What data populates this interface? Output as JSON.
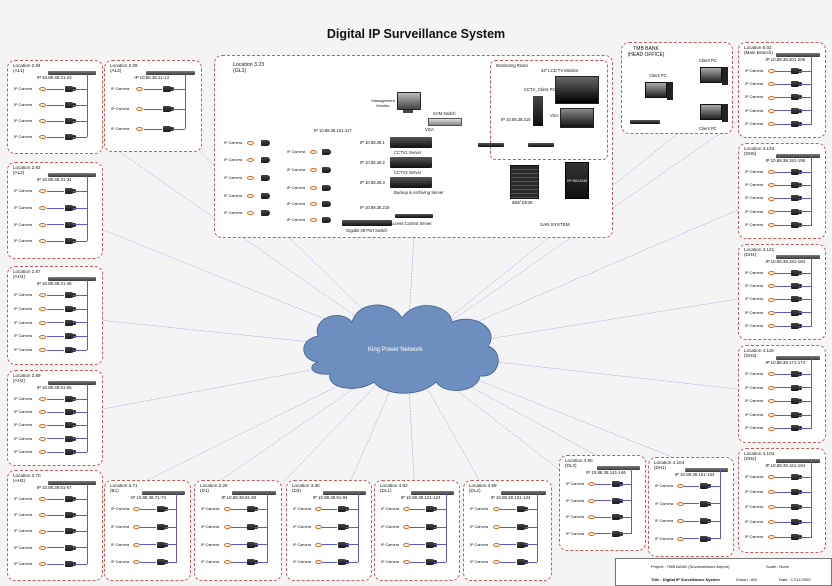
{
  "title": "Digital IP Surveillance System",
  "camera_label": "IP Camera",
  "network_label": "King Power Network",
  "central": {
    "name": "Location 3.23\n(GL1)",
    "ip_range": "IP 10.88.38.101-117",
    "switch_label": "Gigabit 48 Port Switch",
    "monitoring_room": "Monitoring Room",
    "lcd_monitor": "42\" LCD TV Monitor",
    "client_pc": "CCTV_Client PC",
    "client_ip": "IP 10.88.38.210",
    "vga": "VGA",
    "management_monitor": "Management\nMonitor",
    "kvm_switch": "KVM Switch",
    "server1_ip": "IP 10.88.38.1",
    "server1": "CCTV1 Server",
    "server2_ip": "IP 10.88.38.2",
    "server2": "CCTV2 Server",
    "server3_ip": "IP 10.88.38.3",
    "server3": "Backup & Archiving Server",
    "access_ip": "IP 10.88.38.219",
    "access_server": "Access Control Server",
    "ibm": "IBM/ DS3K",
    "hp": "HP MSL4048",
    "san": "SAN SYSTEM"
  },
  "head_office": {
    "name": "TMB BANK\n(HEAD OFFICE)",
    "client1": "Client PC",
    "client2": "Client PC",
    "client3": "Client PC"
  },
  "locations": {
    "l1": {
      "name": "Location 2.84\n(AL1)",
      "ip": "IP 10.88.38.21-23"
    },
    "l2": {
      "name": "Location 2.09\n(AL3)",
      "ip": "IP 10.88.38.11-13"
    },
    "l3": {
      "name": "Location 2.92\n(AL2)",
      "ip": "IP 10.88.38.31-34"
    },
    "l4": {
      "name": "Location 2.87\n(AH1)",
      "ip": "IP 10.88.38.41-46"
    },
    "l5": {
      "name": "Location 2.89\n(AH2)",
      "ip": "IP 10.88.38.51-55"
    },
    "l6": {
      "name": "Location 2.70\n(AH3)",
      "ip": "IP 10.88.38.61-67"
    },
    "l7": {
      "name": "Location 3.71\n(B1)",
      "ip": "IP 10.88.38.71-73"
    },
    "l8": {
      "name": "Location 3.25\n(D1)",
      "ip": "IP 10.88.38.81-83"
    },
    "l9": {
      "name": "Location 3.30\n(D2)",
      "ip": "IP 10.88.38.91-94"
    },
    "l10": {
      "name": "Location 4.83\n(DL1)",
      "ip": "IP 10.88.38.121-124"
    },
    "l11": {
      "name": "Location 4.59\n(DL2)",
      "ip": "IP 10.88.38.131-134"
    },
    "l12": {
      "name": "Location 4.90\n(DL3)",
      "ip": "IP 10.88.38.141-146"
    },
    "l13": {
      "name": "Location 4.104\n(DH1)",
      "ip": "IP 10.88.38.151-154"
    },
    "l14": {
      "name": "Location 6.03\n(Main Branch)",
      "ip": "IP 10.88.38.201-205"
    },
    "l15": {
      "name": "Location 4.133\n(DH5)",
      "ip": "IP 10.88.38.191-195"
    },
    "l16": {
      "name": "Location 4.121\n(DH4)",
      "ip": "IP 10.88.38.181-184"
    },
    "l17": {
      "name": "Location 4.115\n(DH3)",
      "ip": "IP 10.88.38.171-174"
    },
    "l18": {
      "name": "Location 4.103\n(DH2)",
      "ip": "IP 10.88.38.161-164"
    }
  },
  "title_block": {
    "project": "Project : TMB BANK (Suvarnabhumi Airport)",
    "title": "Title : Digital IP Surveillance System",
    "scale": "Scale : None",
    "drawn": "Drawn : AM",
    "date": "Date : 17/11/2009"
  },
  "colors": {
    "wire": "#8080d8",
    "box_border": "#c75a5a",
    "link_red": "#b33a2a",
    "cloud": "#6d8fbf"
  }
}
